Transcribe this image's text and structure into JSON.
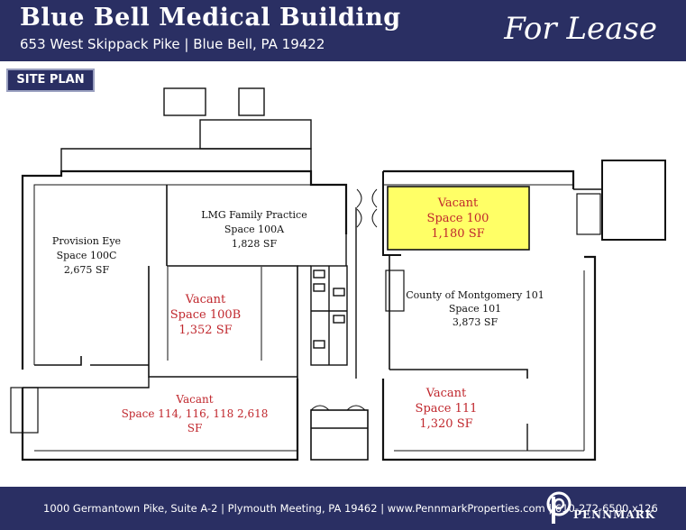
{
  "header": {
    "title": "Blue Bell Medical Building",
    "address": "653 West Skippack Pike | Blue Bell, PA 19422",
    "for_lease": "For Lease"
  },
  "section_tab": "SITE PLAN",
  "colors": {
    "navy": "#2a2f63",
    "vacant_text": "#c0272d",
    "highlight": "#ffff66"
  },
  "spaces": {
    "provision_eye": {
      "line1": "Provision Eye",
      "line2": "Space 100C",
      "line3": "2,675 SF"
    },
    "lmg": {
      "line1": "LMG Family Practice",
      "line2": "Space 100A",
      "line3": "1,828 SF"
    },
    "s100b": {
      "line1": "Vacant",
      "line2": "Space 100B",
      "line3": "1,352 SF"
    },
    "s100": {
      "line1": "Vacant",
      "line2": "Space 100",
      "line3": "1,180 SF"
    },
    "county": {
      "line1": "County of Montgomery 101",
      "line2": "Space 101",
      "line3": "3,873 SF"
    },
    "s114": {
      "line1": "Vacant",
      "line2": "Space 114, 116, 118 2,618",
      "line3": "SF"
    },
    "s111": {
      "line1": "Vacant",
      "line2": "Space 111",
      "line3": "1,320 SF"
    }
  },
  "footer": {
    "contact": "1000 Germantown Pike, Suite A-2 | Plymouth Meeting, PA 19462 | www.PennmarkProperties.com | 610-272-6500 x126",
    "brand": "PENNMARK"
  }
}
